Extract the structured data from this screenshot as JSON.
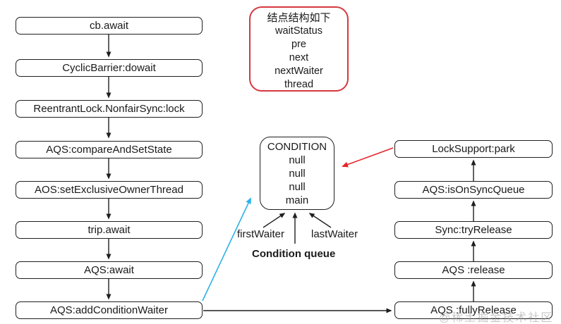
{
  "diagram": {
    "left_chain": {
      "nodes": [
        "cb.await",
        "CyclicBarrier:dowait",
        "ReentrantLock.NonfairSync:lock",
        "AQS:compareAndSetState",
        "AOS:setExclusiveOwnerThread",
        "trip.await",
        "AQS:await",
        "AQS:addConditionWaiter"
      ]
    },
    "right_chain": {
      "nodes_top_to_bottom": [
        "LockSupport:park",
        "AQS:isOnSyncQueue",
        "Sync:tryRelease",
        "AQS :release",
        "AQS :fullyRelease"
      ]
    },
    "node_structure": {
      "title": "结点结构如下",
      "fields": [
        "waitStatus",
        "pre",
        "next",
        "nextWaiter",
        "thread"
      ]
    },
    "condition_node": {
      "title": "CONDITION",
      "fields": [
        "null",
        "null",
        "null",
        "main"
      ]
    },
    "pointer_labels": {
      "first": "firstWaiter",
      "last": "lastWaiter",
      "caption": "Condition queue"
    },
    "watermark": "@稀土掘金技术社区",
    "colors": {
      "node_border": "#1f1f1f",
      "red_box_border": "#d6383e",
      "red_arrow": "#e8232a",
      "cyan_arrow": "#2fb2e8"
    }
  }
}
